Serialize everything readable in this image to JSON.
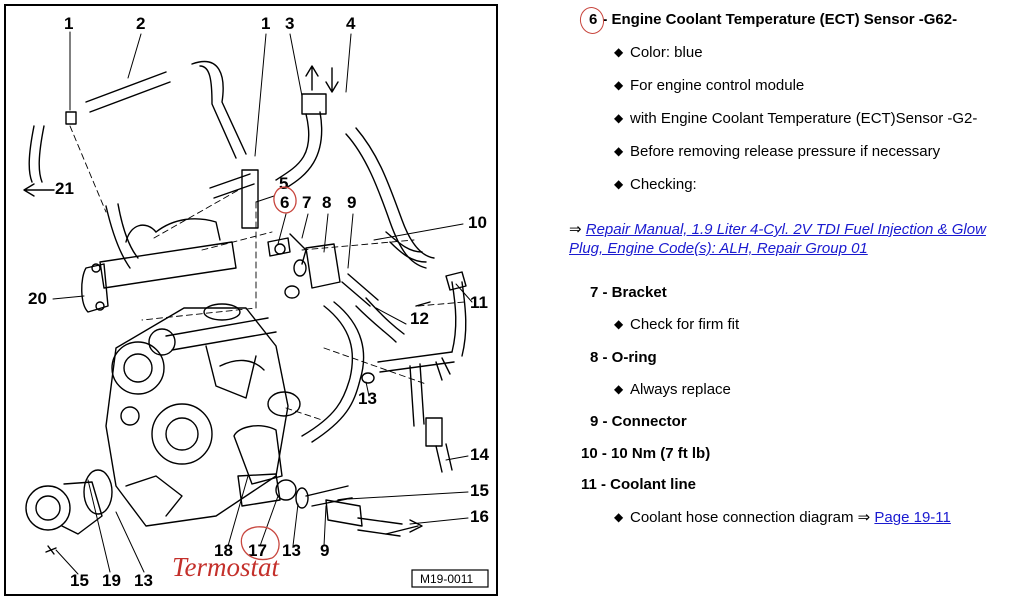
{
  "diagram": {
    "callouts": {
      "c1a": "1",
      "c2": "2",
      "c1b": "1",
      "c3": "3",
      "c4": "4",
      "c21": "21",
      "c5": "5",
      "c6": "6",
      "c7": "7",
      "c8": "8",
      "c9a": "9",
      "c10": "10",
      "c20": "20",
      "c11": "11",
      "c12": "12",
      "c13a": "13",
      "c14": "14",
      "c15a": "15",
      "c16": "16",
      "c18": "18",
      "c17": "17",
      "c13b": "13",
      "c9b": "9",
      "c15b": "15",
      "c19": "19",
      "c13c": "13"
    },
    "handwritten_note": "Termostat",
    "figure_ref": "M19-0011",
    "colors": {
      "annotation_red": "#c4302b",
      "link_blue": "#1a1ad0"
    }
  },
  "legend": {
    "header": {
      "number": "6",
      "title": "- Engine Coolant Temperature (ECT) Sensor -G62-"
    },
    "bullets_ect": [
      "Color: blue",
      "For engine control module",
      "with Engine Coolant Temperature (ECT)Sensor -G2-",
      "Before removing release pressure if necessary",
      "Checking:"
    ],
    "reference": {
      "arrow": "⇒",
      "line1": "Repair Manual, 1.9 Liter 4-Cyl. 2V TDI Fuel Injection & Glow",
      "line2": "Plug, Engine Code(s): ALH, Repair Group 01"
    },
    "items": [
      {
        "label": "7 - Bracket",
        "bullets": [
          "Check for firm fit"
        ]
      },
      {
        "label": "8 - O-ring",
        "bullets": [
          "Always replace"
        ]
      },
      {
        "label": "9 - Connector",
        "bullets": []
      },
      {
        "label": "10 - 10 Nm (7 ft lb)",
        "bullets": []
      },
      {
        "label": "11 - Coolant line",
        "bullets": []
      }
    ],
    "last_bullet": {
      "text": "Coolant hose connection diagram",
      "arrow": "⇒",
      "link": "Page 19-11"
    }
  }
}
